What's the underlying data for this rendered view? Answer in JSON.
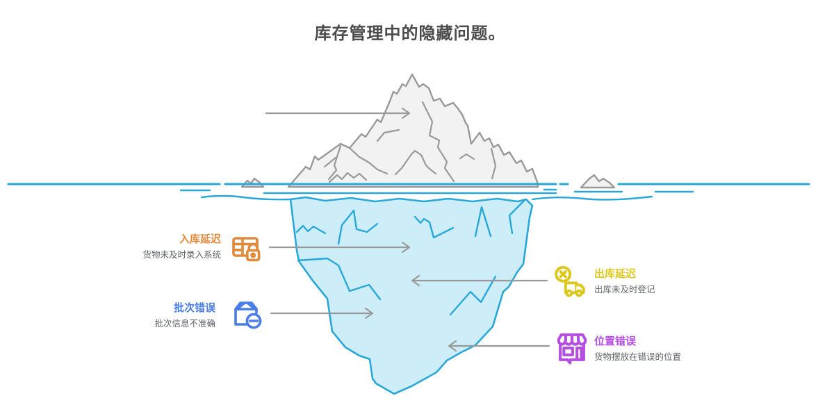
{
  "title": "库存管理中的隐藏问题。",
  "labels": {
    "left": [
      {
        "id": "inbound-delay",
        "title": "入库延迟",
        "subtitle": "货物未及时录入系统",
        "color": "#E08A3C",
        "icon": "table-lock-icon"
      },
      {
        "id": "batch-error",
        "title": "批次错误",
        "subtitle": "批次信息不准确",
        "color": "#4A7DE8",
        "icon": "package-minus-icon"
      }
    ],
    "right": [
      {
        "id": "outbound-delay",
        "title": "出库延迟",
        "subtitle": "出库未及时登记",
        "color": "#DCC81D",
        "icon": "truck-x-icon"
      },
      {
        "id": "location-error",
        "title": "位置错误",
        "subtitle": "货物摆放在错误的位置",
        "color": "#B44FE0",
        "icon": "store-icon"
      }
    ]
  },
  "colors": {
    "title_text": "#4b4b4b",
    "subtitle_text": "#5f6368",
    "water_line": "#2AA7D9",
    "iceberg_above_fill": "#F2F2F2",
    "iceberg_above_stroke": "#999999",
    "iceberg_below_fill": "#CDEEF8",
    "iceberg_below_stroke": "#29A8D8",
    "arrow": "#999999"
  }
}
